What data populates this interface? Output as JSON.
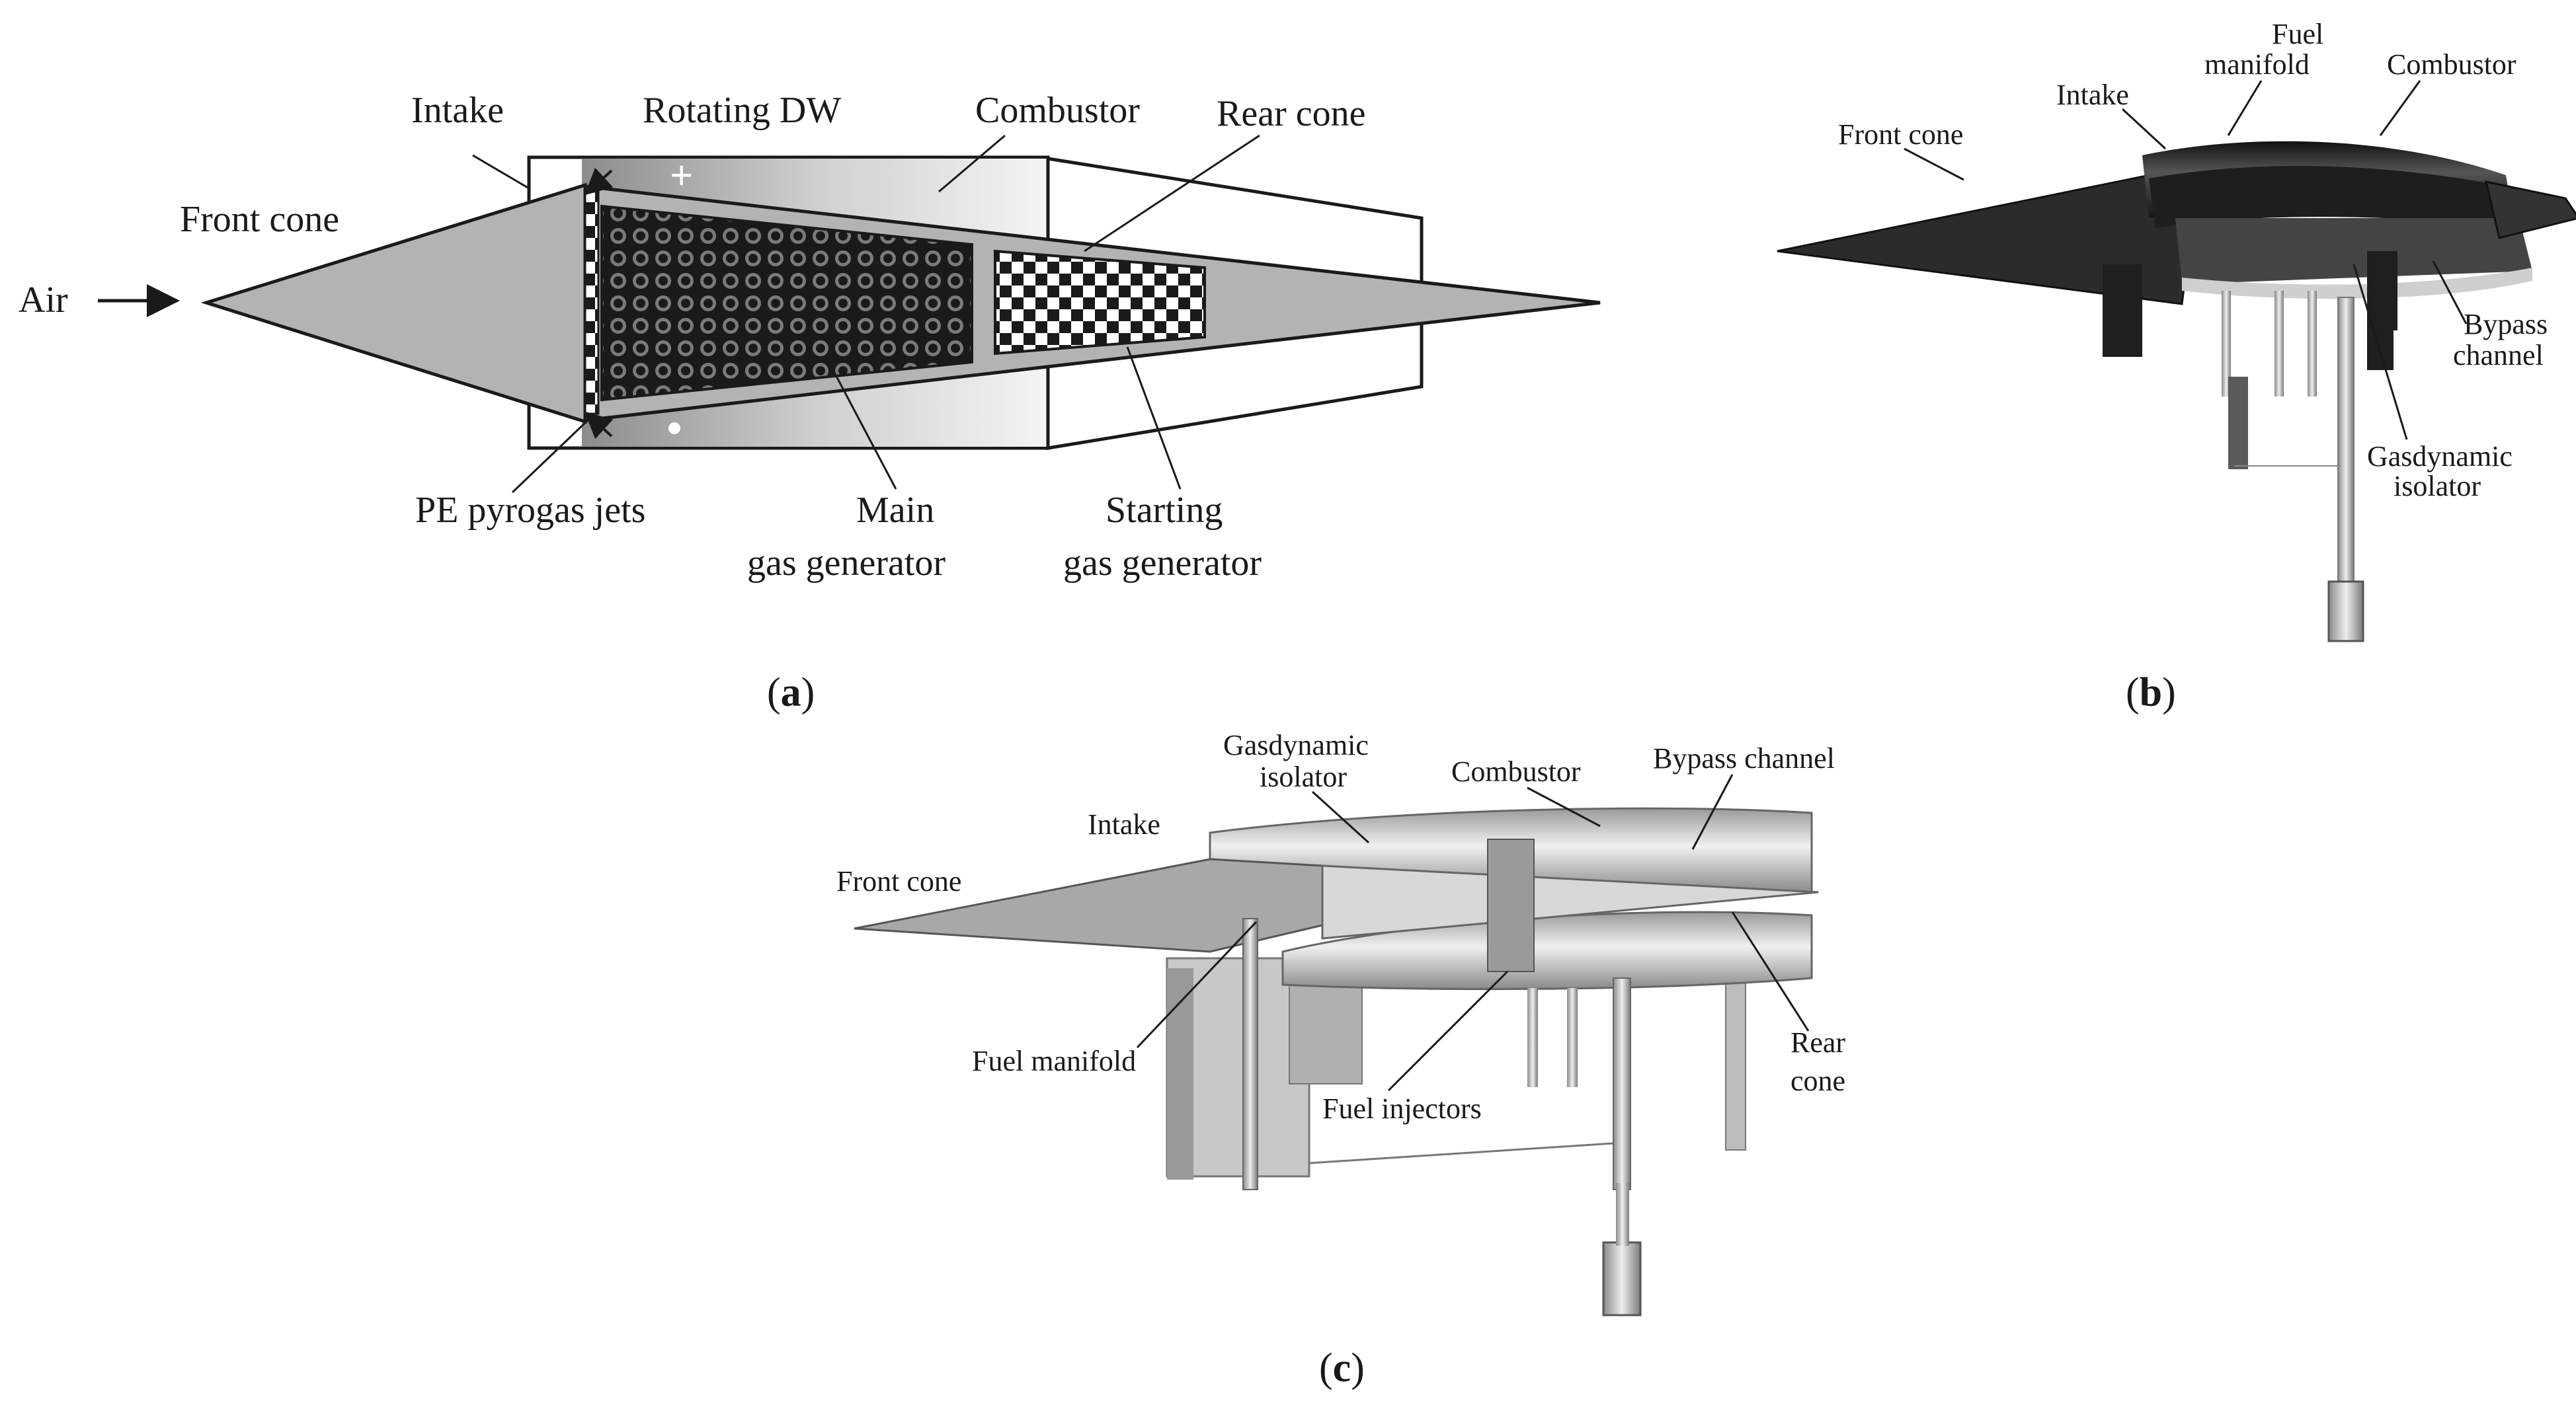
{
  "panel_a": {
    "caption": "a",
    "labels": {
      "air": "Air",
      "front_cone": "Front cone",
      "intake": "Intake",
      "rotating_dw": "Rotating DW",
      "combustor": "Combustor",
      "rear_cone": "Rear cone",
      "pe_jets": "PE pyrogas jets",
      "main_gg_1": "Main",
      "main_gg_2": "gas generator",
      "start_gg_1": "Starting",
      "start_gg_2": "gas generator",
      "plus_sign": "+"
    }
  },
  "panel_b": {
    "caption": "b",
    "labels": {
      "front_cone": "Front cone",
      "intake": "Intake",
      "fuel_manifold_1": "Fuel",
      "fuel_manifold_2": "manifold",
      "combustor": "Combustor",
      "bypass_1": "Bypass",
      "bypass_2": "channel",
      "gasdyn_1": "Gasdynamic",
      "gasdyn_2": "isolator"
    }
  },
  "panel_c": {
    "caption": "c",
    "labels": {
      "front_cone": "Front cone",
      "intake": "Intake",
      "gasdyn_1": "Gasdynamic",
      "gasdyn_2": "isolator",
      "combustor": "Combustor",
      "bypass": "Bypass channel",
      "fuel_manifold": "Fuel manifold",
      "fuel_injectors": "Fuel injectors",
      "rear_1": "Rear",
      "rear_2": "cone"
    }
  },
  "colors": {
    "cone_gray": "#b3b3b3",
    "dark_metal": "#2b2b2b",
    "light_metal": "#d4d4d4",
    "outline": "#1a1a1a"
  }
}
